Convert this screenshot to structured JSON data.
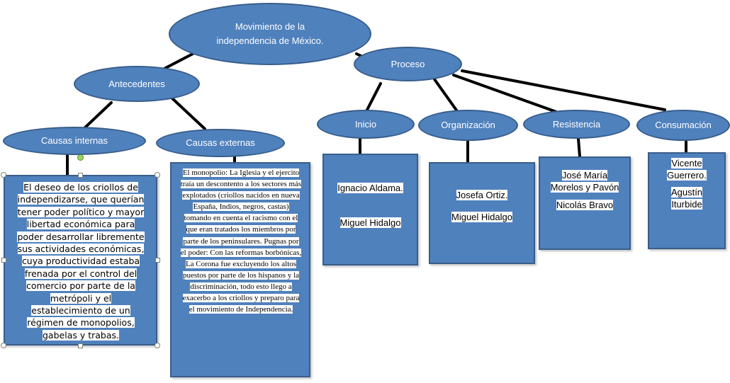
{
  "diagram": {
    "root": "Movimiento de la independencia de México.",
    "antecedentes": {
      "label": "Antecedentes",
      "causas_internas": {
        "label": "Causas internas",
        "text": "El deseo de los criollos de independizarse, que querían tener poder político y mayor libertad económica para poder desarrollar libremente sus actividades económicas, cuya productividad estaba frenada por el control del comercio por parte de la metrópoli y el establecimiento de un régimen de monopolios, gabelas y trabas."
      },
      "causas_externas": {
        "label": "Causas externas",
        "text": "El monopolio: La Iglesia y el ejercito traía un descontento a los sectores más explotados (criollos nacidos en nueva España, Indios, negros, castas) tomando en cuenta el racismo con el que eran tratados los miembros por parte de los peninsulares. Pugnas por el poder: Con las reformas borbónicas, La Corona fue excluyendo los altos puestos por parte de los hispanos y la discriminación, todo esto llego a exacerbo a los criollos y preparo para el movimiento de Independencia."
      }
    },
    "proceso": {
      "label": "Proceso",
      "inicio": {
        "label": "Inicio",
        "names": [
          "Ignacio Aldama.",
          "Miguel Hidalgo"
        ]
      },
      "organizacion": {
        "label": "Organización",
        "names": [
          "Josefa Ortiz.",
          "Miguel Hidalgo"
        ]
      },
      "resistencia": {
        "label": "Resistencia",
        "names": [
          "José María Morelos y Pavón",
          "Nicolás Bravo"
        ]
      },
      "consumacion": {
        "label": "Consumación",
        "names": [
          "Vicente Guerrero.",
          "Agustín Iturbide"
        ]
      }
    }
  },
  "colors": {
    "node_fill": "#4f81bd",
    "node_border": "#385d8a",
    "connector": "#000000",
    "text_highlight": "#ffffff"
  }
}
